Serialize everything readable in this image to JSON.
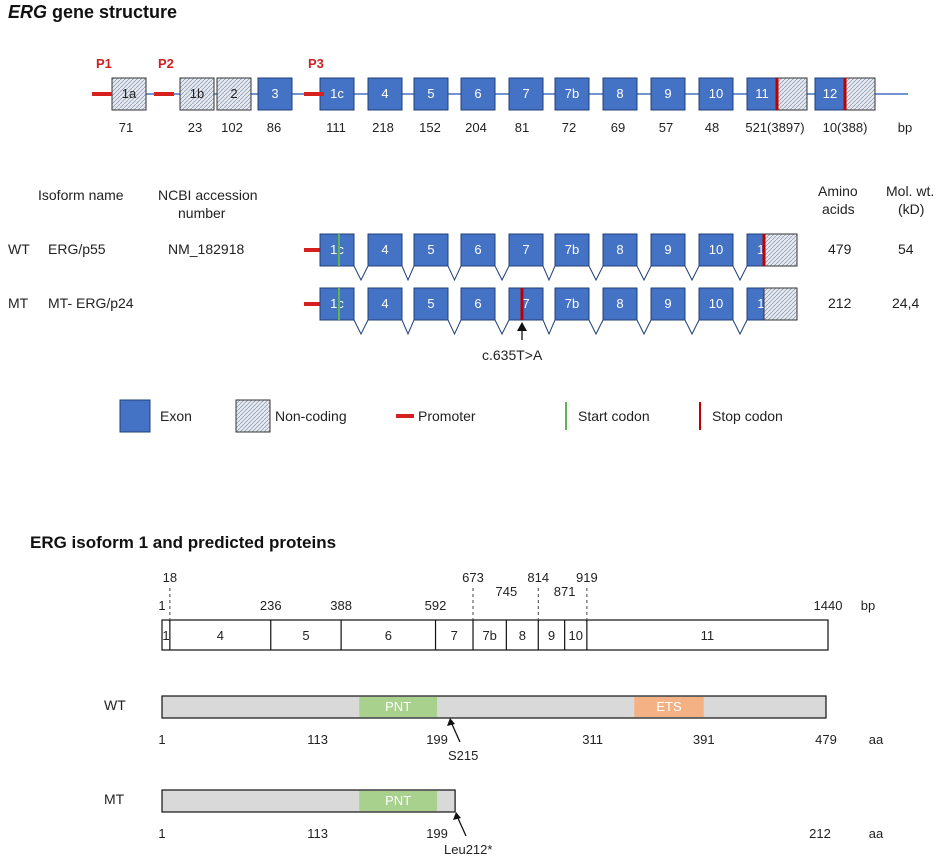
{
  "colors": {
    "exon": "#4472c4",
    "exon_stroke": "#1f3f7a",
    "noncoding": "#dce3ee",
    "promoter": "#d62020",
    "start_codon": "#5ab552",
    "stop_codon": "#c00000",
    "pnt": "#a9d18e",
    "ets": "#f4b183",
    "protein_bg": "#d9d9d9"
  },
  "section1": {
    "title_italic": "ERG",
    "title_rest": " gene structure",
    "promoters": [
      "P1",
      "P2",
      "P3"
    ],
    "exons": [
      {
        "label": "1a",
        "kind": "noncoding",
        "size": "71"
      },
      {
        "label": "1b",
        "kind": "noncoding",
        "size": "23"
      },
      {
        "label": "2",
        "kind": "noncoding",
        "size": "102"
      },
      {
        "label": "3",
        "kind": "exon",
        "size": "86"
      },
      {
        "label": "1c",
        "kind": "exon",
        "size": "111"
      },
      {
        "label": "4",
        "kind": "exon",
        "size": "218"
      },
      {
        "label": "5",
        "kind": "exon",
        "size": "152"
      },
      {
        "label": "6",
        "kind": "exon",
        "size": "204"
      },
      {
        "label": "7",
        "kind": "exon",
        "size": "81"
      },
      {
        "label": "7b",
        "kind": "exon",
        "size": "72"
      },
      {
        "label": "8",
        "kind": "exon",
        "size": "69"
      },
      {
        "label": "9",
        "kind": "exon",
        "size": "57"
      },
      {
        "label": "10",
        "kind": "exon",
        "size": "48"
      },
      {
        "label": "11",
        "kind": "split",
        "size": "521(3897)"
      },
      {
        "label": "12",
        "kind": "split",
        "size": "10(388)"
      }
    ],
    "unit": "bp"
  },
  "isoform_table": {
    "col_isoform": "Isoform name",
    "col_ncbi_line1": "NCBI accession",
    "col_ncbi_line2": "number",
    "col_aa_line1": "Amino",
    "col_aa_line2": "acids",
    "col_mw_line1": "Mol. wt.",
    "col_mw_line2": "(kD)",
    "rows": [
      {
        "type": "WT",
        "name": "ERG/p55",
        "accession": "NM_182918",
        "aa": "479",
        "mw": "54",
        "exons": [
          "1c",
          "4",
          "5",
          "6",
          "7",
          "7b",
          "8",
          "9",
          "10",
          "11"
        ]
      },
      {
        "type": "MT",
        "name": "MT- ERG/p24",
        "accession": "",
        "aa": "212",
        "mw": "24,4",
        "exons": [
          "1c",
          "4",
          "5",
          "6",
          "7",
          "7b",
          "8",
          "9",
          "10",
          "11"
        ]
      }
    ],
    "mutation": "c.635T>A"
  },
  "legend": [
    {
      "label": "Exon",
      "kind": "exon"
    },
    {
      "label": "Non-coding",
      "kind": "noncoding"
    },
    {
      "label": "Promoter",
      "kind": "promoter"
    },
    {
      "label": "Start codon",
      "kind": "start"
    },
    {
      "label": "Stop codon",
      "kind": "stop"
    }
  ],
  "section2": {
    "title": "ERG isoform 1 and predicted proteins",
    "map_segments": [
      "1",
      "4",
      "5",
      "6",
      "7",
      "7b",
      "8",
      "9",
      "10",
      "11"
    ],
    "map_coords": [
      {
        "label": "1",
        "bp": 1,
        "row": "low"
      },
      {
        "label": "18",
        "bp": 18,
        "row": "high"
      },
      {
        "label": "236",
        "bp": 236,
        "row": "low"
      },
      {
        "label": "388",
        "bp": 388,
        "row": "low"
      },
      {
        "label": "592",
        "bp": 592,
        "row": "low"
      },
      {
        "label": "673",
        "bp": 673,
        "row": "high"
      },
      {
        "label": "745",
        "bp": 745,
        "row": "mid"
      },
      {
        "label": "814",
        "bp": 814,
        "row": "high"
      },
      {
        "label": "871",
        "bp": 871,
        "row": "mid"
      },
      {
        "label": "919",
        "bp": 919,
        "row": "high"
      },
      {
        "label": "1440",
        "bp": 1440,
        "row": "low"
      }
    ],
    "map_unit": "bp",
    "wt": {
      "label": "WT",
      "domains": [
        {
          "name": "PNT",
          "start": 113,
          "end": 199,
          "color": "#a9d18e"
        },
        {
          "name": "ETS",
          "start": 311,
          "end": 391,
          "color": "#f4b183"
        }
      ],
      "ticks": [
        "1",
        "113",
        "199",
        "311",
        "391",
        "479"
      ],
      "length": 479,
      "site": "S215"
    },
    "mt": {
      "label": "MT",
      "domains": [
        {
          "name": "PNT",
          "start": 113,
          "end": 199,
          "color": "#a9d18e"
        }
      ],
      "ticks": [
        "1",
        "113",
        "199",
        "212"
      ],
      "length": 212,
      "site": "Leu212*"
    },
    "aa_unit": "aa"
  }
}
